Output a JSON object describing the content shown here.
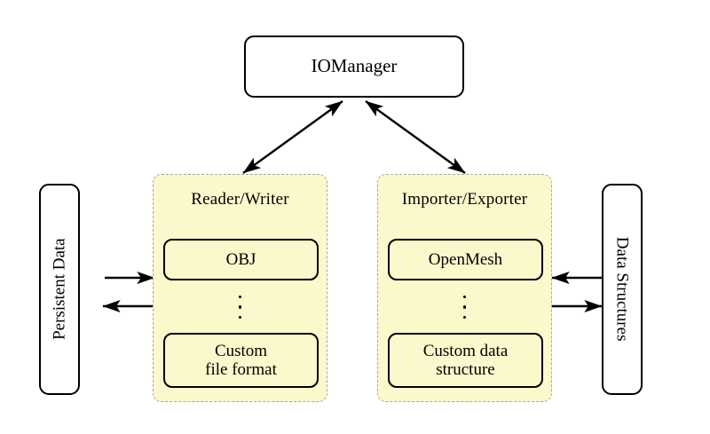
{
  "diagram": {
    "title_node": {
      "label": "IOManager"
    },
    "left_store": {
      "label": "Persistent Data"
    },
    "right_store": {
      "label": "Data Structures"
    },
    "groups": [
      {
        "title": "Reader/Writer",
        "items": [
          {
            "label": "OBJ"
          },
          {
            "label": "⋮"
          },
          {
            "label": "Custom\nfile format",
            "line1": "Custom",
            "line2": "file format"
          }
        ]
      },
      {
        "title": "Importer/Exporter",
        "items": [
          {
            "label": "OpenMesh"
          },
          {
            "label": "⋮"
          },
          {
            "label": "Custom data\nstructure",
            "line1": "Custom data",
            "line2": "structure"
          }
        ]
      }
    ],
    "connections": [
      {
        "name": "iomanager-to-readerwriter",
        "style": "double-arrow"
      },
      {
        "name": "iomanager-to-importerexporter",
        "style": "double-arrow"
      },
      {
        "name": "persistent-data-to-readerwriter",
        "style": "arrow-right"
      },
      {
        "name": "readerwriter-to-persistent-data",
        "style": "arrow-left"
      },
      {
        "name": "data-structures-to-importerexporter",
        "style": "arrow-left"
      },
      {
        "name": "importerexporter-to-data-structures",
        "style": "arrow-right"
      }
    ],
    "colors": {
      "group_fill": "#fbf8cc",
      "group_border": "#a8a89a",
      "node_border": "#000000",
      "node_fill": "#ffffff",
      "arrow": "#000000",
      "background": "#ffffff"
    }
  }
}
